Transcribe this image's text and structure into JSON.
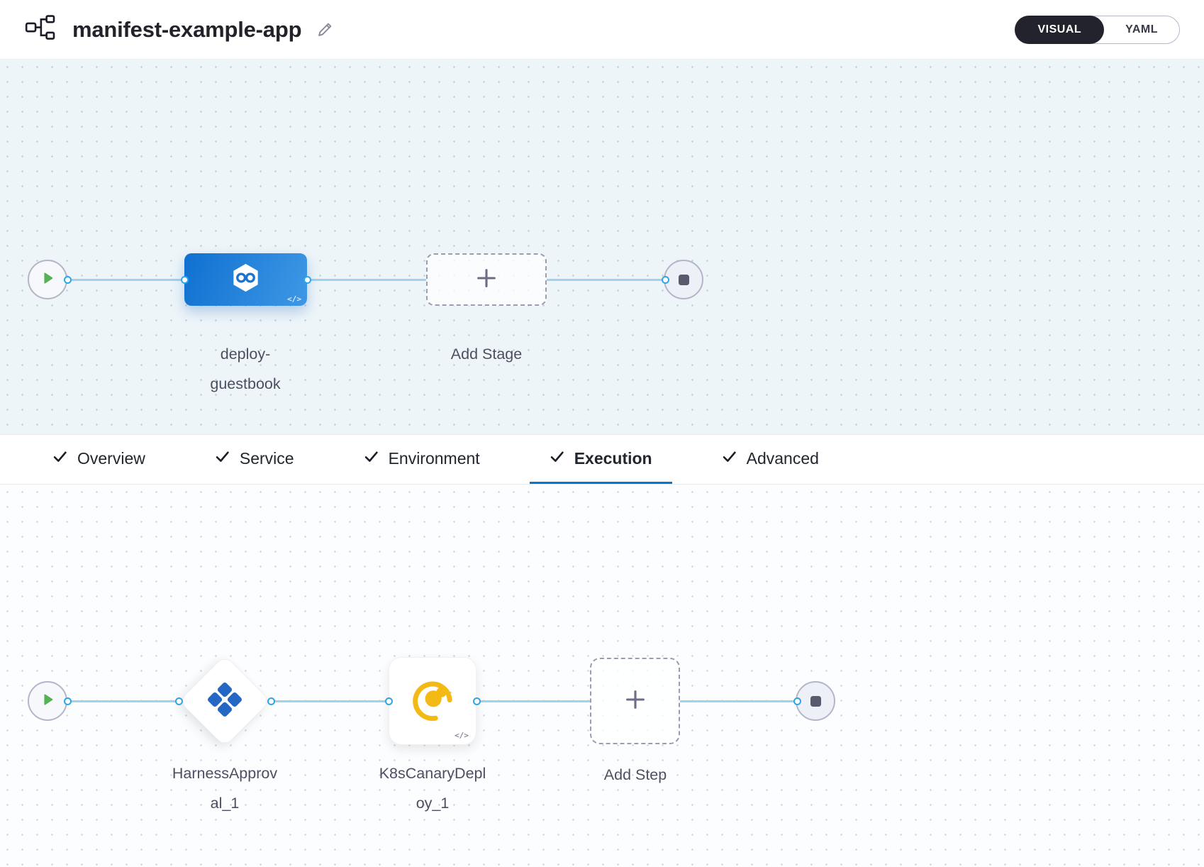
{
  "header": {
    "title": "manifest-example-app",
    "view_toggle": {
      "visual_label": "VISUAL",
      "yaml_label": "YAML",
      "selected": "VISUAL"
    }
  },
  "stage_graph": {
    "stage_label": "deploy-guestbook",
    "stage_badge": "</>",
    "add_stage_label": "Add Stage",
    "stage_icon": "infinity-hexagon-icon",
    "start_icon": "play-icon",
    "end_icon": "stop-icon"
  },
  "tabs": {
    "items": [
      {
        "label": "Overview",
        "checked": true,
        "active": false
      },
      {
        "label": "Service",
        "checked": true,
        "active": false
      },
      {
        "label": "Environment",
        "checked": true,
        "active": false
      },
      {
        "label": "Execution",
        "checked": true,
        "active": true
      },
      {
        "label": "Advanced",
        "checked": true,
        "active": false
      }
    ]
  },
  "execution_graph": {
    "step1_label": "HarnessApproval_1",
    "step1_icon": "approval-diamond-icon",
    "step2_label": "K8sCanaryDeploy_1",
    "step2_icon": "canary-bird-icon",
    "step2_badge": "</>",
    "add_step_label": "Add Step"
  },
  "colors": {
    "accent_blue": "#0278d5",
    "stage_node_blue": "#1173d2",
    "connector_blue": "#9ed2f0",
    "play_green": "#55b155",
    "canary_yellow": "#f3ba16",
    "approval_blue": "#2468c4",
    "toggle_dark": "#23232e"
  }
}
